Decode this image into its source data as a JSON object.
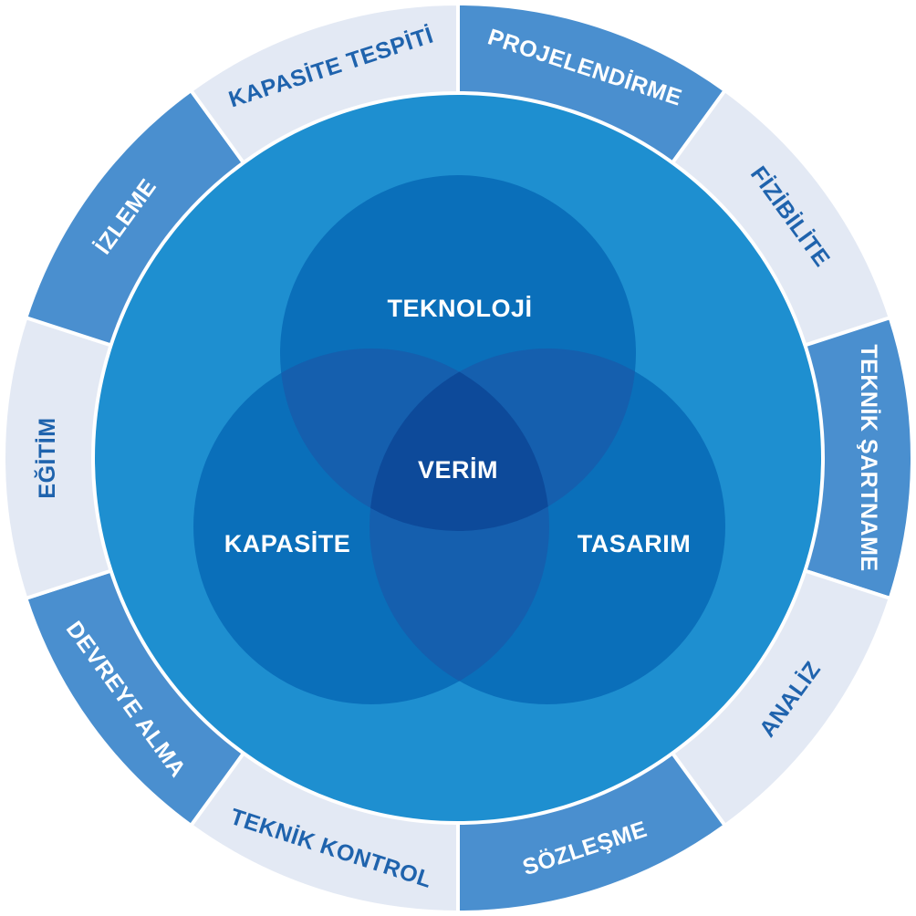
{
  "outer_ring": {
    "segments": [
      {
        "label": "PROJELENDİRME",
        "shade": "dark"
      },
      {
        "label": "FİZİBİLİTE",
        "shade": "light"
      },
      {
        "label": "TEKNİK ŞARTNAME",
        "shade": "dark"
      },
      {
        "label": "ANALİZ",
        "shade": "light"
      },
      {
        "label": "SÖZLEŞME",
        "shade": "dark"
      },
      {
        "label": "TEKNİK KONTROL",
        "shade": "light"
      },
      {
        "label": "DEVREYE ALMA",
        "shade": "dark"
      },
      {
        "label": "EĞİTİM",
        "shade": "light"
      },
      {
        "label": "İZLEME",
        "shade": "dark"
      },
      {
        "label": "KAPASİTE TESPİTİ",
        "shade": "light"
      }
    ]
  },
  "venn": {
    "top": "TEKNOLOJİ",
    "left": "KAPASİTE",
    "right": "TASARIM",
    "center": "VERİM"
  },
  "colors": {
    "segment_dark": "#4a8fcf",
    "segment_light": "#e3e9f4",
    "label_on_dark": "#ffffff",
    "label_on_light": "#1f63ad",
    "separator": "#ffffff",
    "inner_disk": "#1e8fd0",
    "venn_circle": "#0a6fba",
    "venn_pair_overlap": "#155fae",
    "venn_center": "#0d4a9a",
    "venn_text": "#ffffff"
  }
}
